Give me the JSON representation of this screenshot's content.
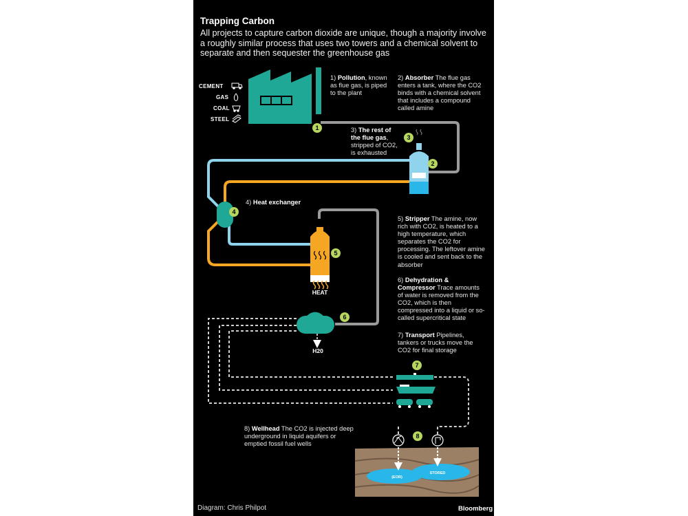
{
  "title": "Trapping Carbon",
  "subtitle": "All projects to capture carbon dioxide are unique, though a majority involve a roughly similar process that uses two towers and a chemical solvent to separate and then sequester the greenhouse gas",
  "sources": [
    "CEMENT",
    "GAS",
    "COAL",
    "STEEL"
  ],
  "steps": [
    {
      "num": "1",
      "prefix": "1) ",
      "bold": "Pollution",
      "text": ", known as flue gas, is piped to the plant"
    },
    {
      "num": "2",
      "prefix": "2) ",
      "bold": "Absorber",
      "text": " The flue gas enters a tank, where the CO2 binds with a chemical solvent that includes a compound called amine"
    },
    {
      "num": "3",
      "prefix": "3) ",
      "bold": "The rest of the flue gas",
      "text": ", stripped of CO2, is exhausted"
    },
    {
      "num": "4",
      "prefix": "4) ",
      "bold": "Heat exchanger",
      "text": ""
    },
    {
      "num": "5",
      "prefix": "5) ",
      "bold": "Stripper",
      "text": " The amine, now rich with CO2, is heated to a high temperature, which separates the CO2 for processing. The leftover amine is cooled and sent back to the absorber"
    },
    {
      "num": "6",
      "prefix": "6) ",
      "bold": "Dehydration & Compressor",
      "text": " Trace amounts of water is removed from the CO2, which is then compressed into a liquid or so-called supercritical state"
    },
    {
      "num": "7",
      "prefix": "7) ",
      "bold": "Transport",
      "text": " Pipelines, tankers or trucks move the CO2 for final storage"
    },
    {
      "num": "8",
      "prefix": "8) ",
      "bold": "Wellhead",
      "text": " The CO2 is injected deep underground in liquid aquifers or emptied fossil fuel wells"
    }
  ],
  "labels": {
    "heat": "HEAT",
    "water": "H20",
    "eor": "(EOR)",
    "stored": "STORED"
  },
  "credit": "Diagram: Chris Philpot",
  "brand": "Bloomberg",
  "colors": {
    "background": "#000000",
    "teal": "#1fa896",
    "light_blue": "#8fd3ec",
    "orange": "#f5a623",
    "gray_pipe": "#9a9a9a",
    "badge": "#b7d660",
    "ground": "#9c8066",
    "reservoir": "#29b6e8"
  },
  "icons": [
    "factory",
    "truck-icon",
    "flame-icon",
    "coal-cart-icon",
    "steel-bars-icon",
    "pipeline-icon",
    "ship-icon",
    "tanker-truck-icon",
    "pumpjack-icon",
    "injection-well-icon"
  ]
}
